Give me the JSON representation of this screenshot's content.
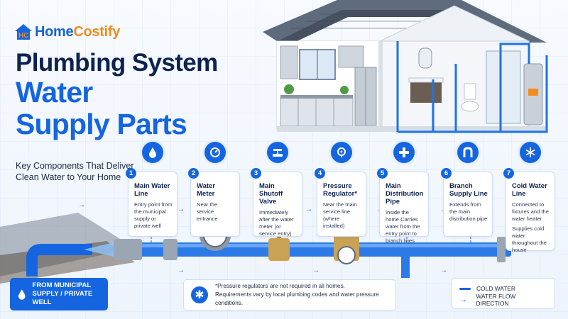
{
  "brand": {
    "name_part1": "Home",
    "name_part2": "Costify",
    "mark": "HC"
  },
  "headline": {
    "line1": "Plumbing System",
    "line2": "Water",
    "line3": "Supply Parts"
  },
  "subtitle": {
    "line1": "Key Components That Deliver",
    "line2": "Clean Water to Your Home"
  },
  "components": [
    {
      "num": "1",
      "title": "Main Water Line",
      "desc": "Entry point from the municipal supply or private well",
      "icon": "water-drop-icon"
    },
    {
      "num": "2",
      "title": "Water Meter",
      "desc": "Near the service entrance",
      "icon": "meter-icon"
    },
    {
      "num": "3",
      "title": "Main Shutoff Valve",
      "desc": "Immediately after the water meter (or service entry)",
      "icon": "valve-icon"
    },
    {
      "num": "4",
      "title": "Pressure Regulator*",
      "desc": "Near the main service line (where installed)",
      "icon": "pressure-gauge-icon"
    },
    {
      "num": "5",
      "title": "Main Distribution Pipe",
      "desc": "Inside the home Carries water from the entry point to branch lines",
      "icon": "pipe-junction-icon"
    },
    {
      "num": "6",
      "title": "Branch Supply Line",
      "desc": "Extends from the main distribution pipe",
      "icon": "branch-pipe-icon"
    },
    {
      "num": "7",
      "title": "Cold Water Line",
      "desc": "Connected to fixtures and the water heater",
      "desc2": "Supplies cold water throughout the house",
      "icon": "snowflake-icon"
    }
  ],
  "source_box": {
    "line1": "FROM MUNICIPAL",
    "line2": "SUPPLY / PRIVATE WELL"
  },
  "note": {
    "line1": "*Pressure regulators are not required in all homes.",
    "line2": "Requirements vary by local plumbing codes and water pressure conditions."
  },
  "legend": {
    "cold_water": "COLD WATER",
    "flow_direction": "WATER FLOW DIRECTION"
  },
  "colors": {
    "primary": "#1565e0",
    "navy": "#0c2350",
    "accent": "#f28c1e"
  }
}
